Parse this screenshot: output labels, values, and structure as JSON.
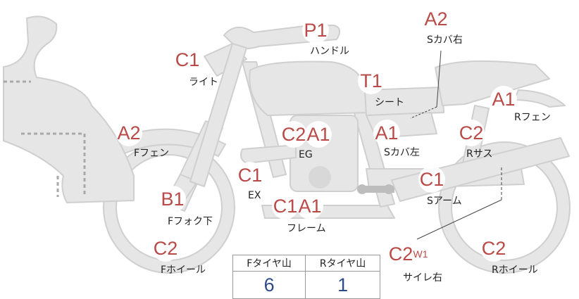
{
  "diagram": {
    "part_grades": [
      {
        "id": "light",
        "grade": "C1",
        "label": "ライト"
      },
      {
        "id": "handle",
        "grade": "P1",
        "label": "ハンドル"
      },
      {
        "id": "seat",
        "grade": "T1",
        "label": "シート"
      },
      {
        "id": "s-cover-right",
        "grade": "A2",
        "label": "Sカバ右"
      },
      {
        "id": "r-fender",
        "grade": "A1",
        "label": "Rフェン"
      },
      {
        "id": "f-fender",
        "grade": "A2",
        "label": "Fフェン"
      },
      {
        "id": "engine",
        "grade": "C2",
        "grade2": "A1",
        "label": "EG"
      },
      {
        "id": "s-cover-left",
        "grade": "A1",
        "label": "Sカバ左"
      },
      {
        "id": "r-suspension",
        "grade": "C2",
        "label": "Rサス"
      },
      {
        "id": "exhaust",
        "grade": "C1",
        "label": "EX"
      },
      {
        "id": "swing-arm",
        "grade": "C1",
        "label": "Sアーム"
      },
      {
        "id": "f-fork",
        "grade": "B1",
        "label": "Fフォク下"
      },
      {
        "id": "frame",
        "grade": "C1",
        "grade2": "A1",
        "label": "フレーム"
      },
      {
        "id": "silencer-right",
        "grade": "C2",
        "sub": "W1",
        "label": "サイレ右"
      },
      {
        "id": "f-wheel",
        "grade": "C2",
        "label": "Fホイール"
      },
      {
        "id": "r-wheel",
        "grade": "C2",
        "label": "Rホイール"
      }
    ],
    "tread_table": {
      "headers": [
        "Fタイヤ山",
        "Rタイヤ山"
      ],
      "values": [
        "6",
        "1"
      ]
    },
    "colors": {
      "body_fill": "#e5e5e5",
      "body_stroke": "#d0d0d0",
      "grade_text": "#b94a47",
      "value_text": "#2d4b8a",
      "dotted_guide": "#a9a9a9"
    }
  }
}
